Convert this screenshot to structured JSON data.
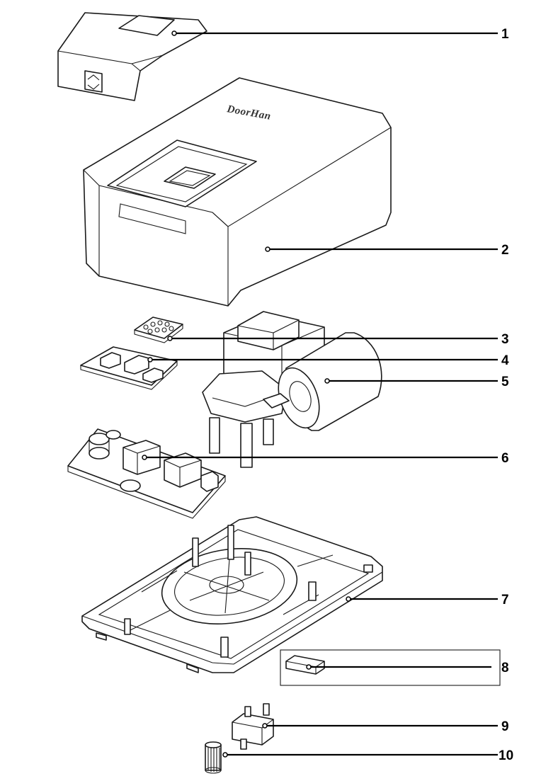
{
  "brand_mark": "DoorHan",
  "callouts": [
    {
      "label": "1"
    },
    {
      "label": "2"
    },
    {
      "label": "3"
    },
    {
      "label": "4"
    },
    {
      "label": "5"
    },
    {
      "label": "6"
    },
    {
      "label": "7"
    },
    {
      "label": "8"
    },
    {
      "label": "9"
    },
    {
      "label": "10"
    }
  ],
  "colors": {
    "line": "#1a1a1a",
    "background": "#ffffff"
  }
}
